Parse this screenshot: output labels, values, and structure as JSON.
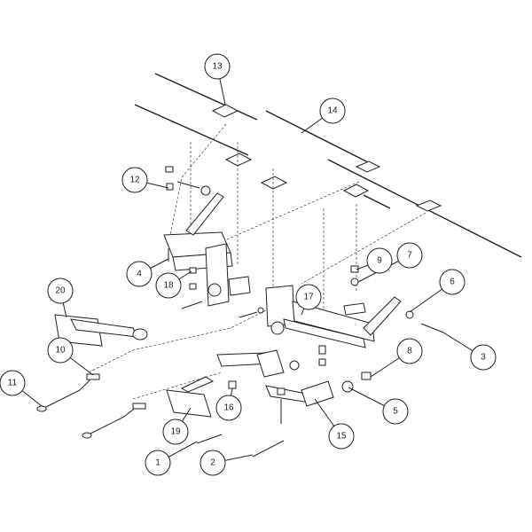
{
  "diagram": {
    "type": "exploded-parts-diagram",
    "callouts": [
      "1",
      "2",
      "3",
      "4",
      "5",
      "6",
      "7",
      "8",
      "9",
      "10",
      "11",
      "12",
      "13",
      "14",
      "15",
      "16",
      "17",
      "18",
      "19",
      "20"
    ]
  },
  "colors": {
    "line": "#222222",
    "background": "#ffffff"
  }
}
